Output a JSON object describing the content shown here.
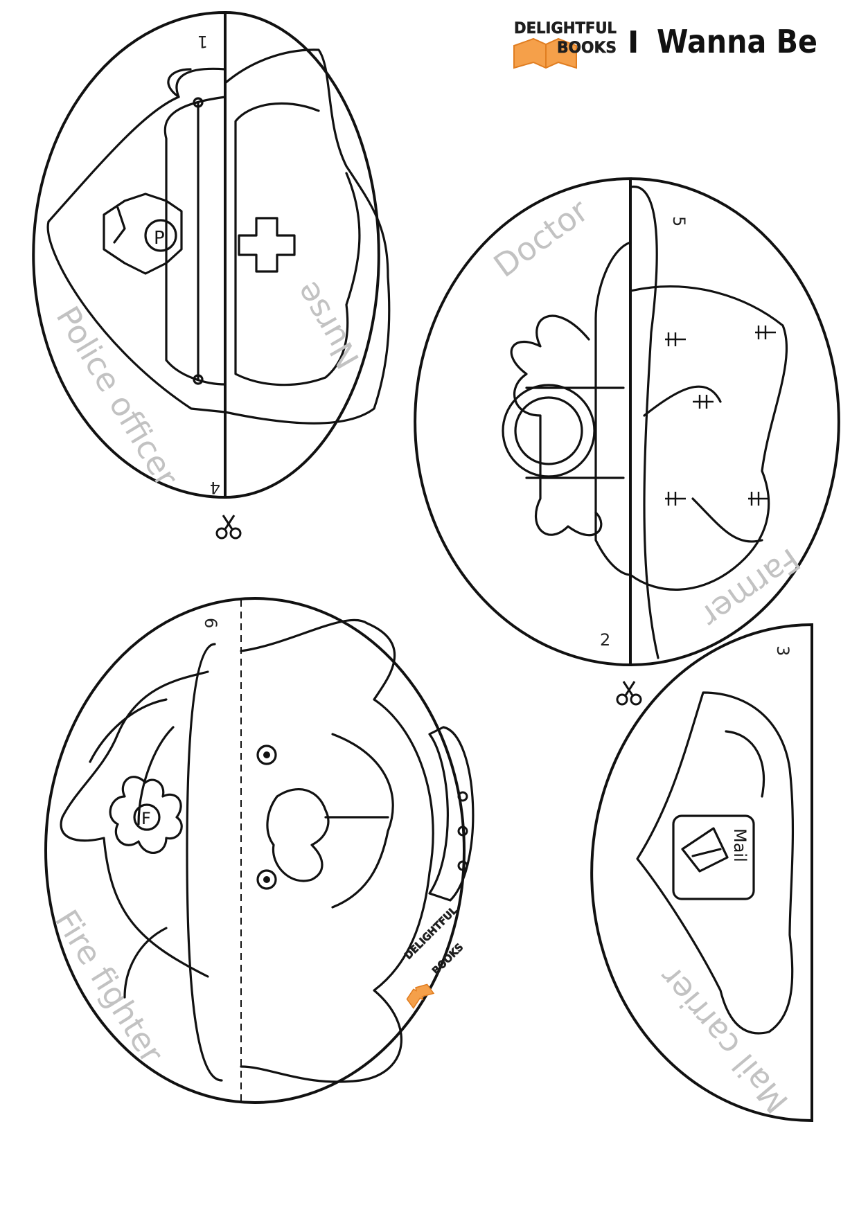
{
  "header": {
    "logo_line1": "DELIGHTFUL",
    "logo_line2": "BOOKS",
    "separator": "I",
    "title": "Wanna Be"
  },
  "wheel_1": {
    "number_top": "1",
    "number_bottom": "4",
    "label_left": "Police officer",
    "label_right": "Nurse",
    "badge_letter": "P"
  },
  "wheel_2": {
    "number_top": "5",
    "number_bottom": "2",
    "label_left": "Doctor",
    "label_right": "Farmer"
  },
  "wheel_3": {
    "number": "6",
    "label": "Fire fighter",
    "badge_letter": "F",
    "logo_line1": "DELIGHTFUL",
    "logo_line2": "BOOKS"
  },
  "wheel_4": {
    "number": "3",
    "label": "Mail carrier",
    "mail_tag": "Mail"
  },
  "colors": {
    "ink": "#111111",
    "label_gray": "#c2c2c2",
    "logo_orange": "#f5a04a"
  },
  "icons": [
    "scissors-icon",
    "book-icon"
  ]
}
